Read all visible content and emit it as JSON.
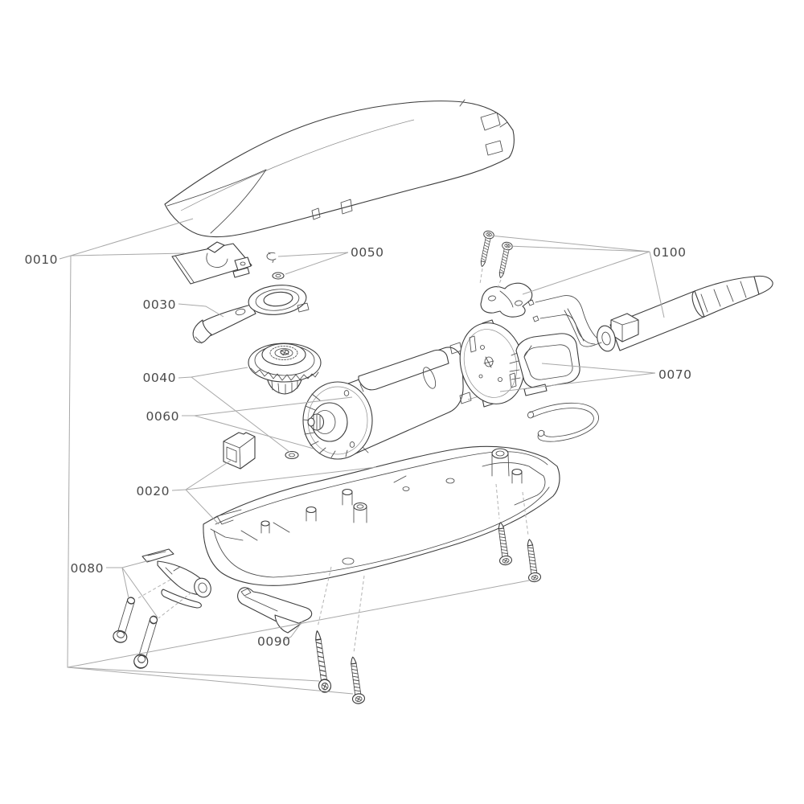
{
  "diagram": {
    "background_color": "#ffffff",
    "outline_color": "#3d3d3d",
    "leader_line_color": "#a8a8a8",
    "label_color": "#4a4a4a"
  },
  "callouts": {
    "c0010": "0010",
    "c0020": "0020",
    "c0030": "0030",
    "c0040": "0040",
    "c0050": "0050",
    "c0060": "0060",
    "c0070": "0070",
    "c0080": "0080",
    "c0090": "0090",
    "c0100": "0100"
  }
}
